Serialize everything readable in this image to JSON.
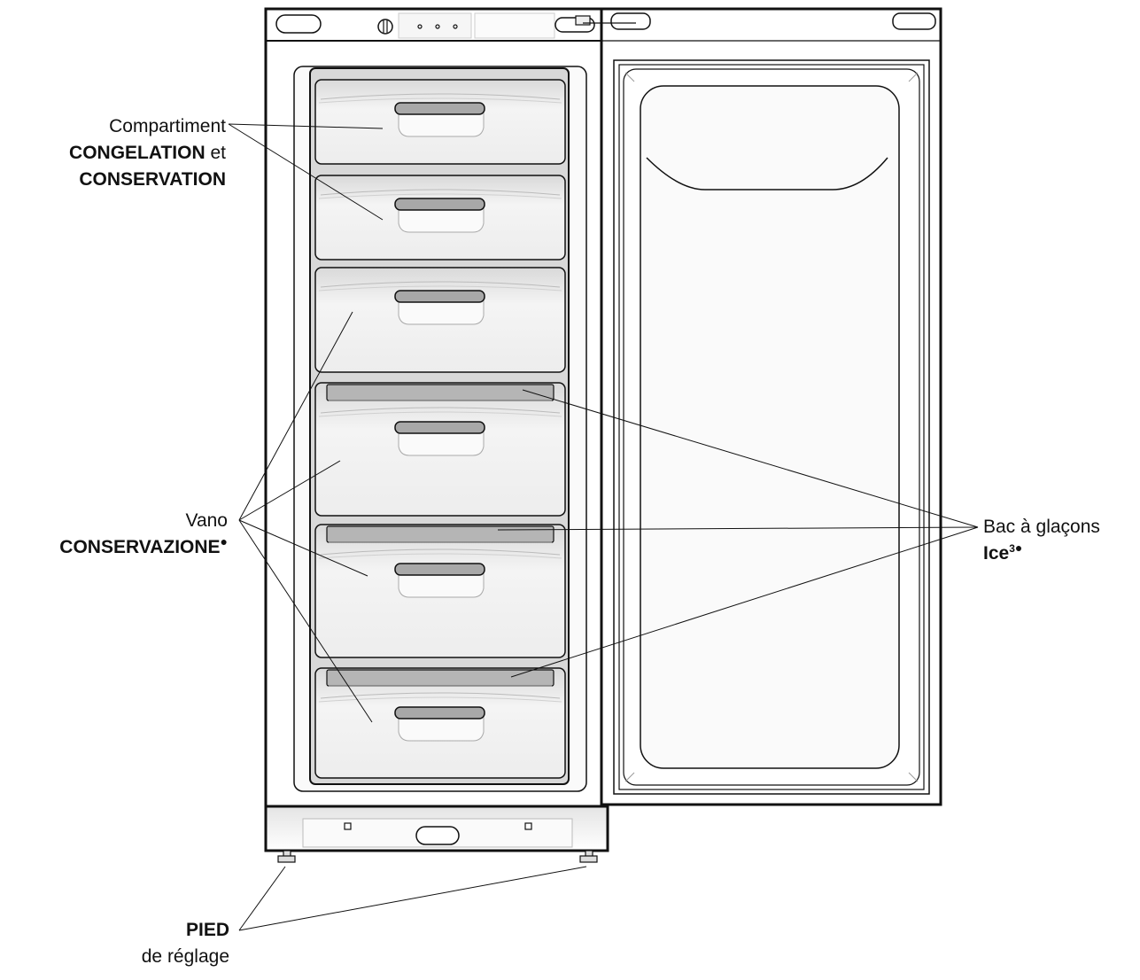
{
  "labels": {
    "compartment": {
      "line1": "Compartiment",
      "line2_bold": "CONGELATION",
      "line2_rest": " et",
      "line3_bold": "CONSERVATION"
    },
    "vano": {
      "line1": "Vano",
      "line2_bold": "CONSERVAZIONE",
      "marker": "●"
    },
    "ice_tray": {
      "line1": "Bac à glaçons",
      "line2_bold": "Ice",
      "sup": "3",
      "marker": "●"
    },
    "foot": {
      "line1_bold": "PIED",
      "line2": "de réglage"
    }
  },
  "colors": {
    "outline": "#111111",
    "drawer_fill": "#f2f2f2",
    "handle_fill": "#a8a8a8",
    "ice_tray_fill": "#b5b5b5",
    "frame_fill": "#d8d8d8"
  }
}
